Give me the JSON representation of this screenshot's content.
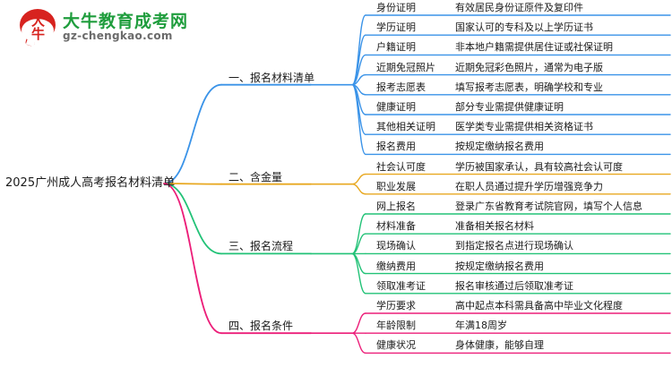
{
  "logo": {
    "mark_text_top": "大",
    "mark_text_bottom": "牛",
    "brand": "大牛教育成考网",
    "url": "gz-chengkao.com",
    "brand_color": "#1f9d3d",
    "mark_color": "#d7231f"
  },
  "mindmap": {
    "root": "2025广州成人高考报名材料清单",
    "branches": [
      {
        "label": "一、报名材料清单",
        "color": "#3a93e8",
        "items": [
          {
            "label": "身份证明",
            "detail": "有效居民身份证原件及复印件"
          },
          {
            "label": "学历证明",
            "detail": "国家认可的专科及以上学历证书"
          },
          {
            "label": "户籍证明",
            "detail": "非本地户籍需提供居住证或社保证明"
          },
          {
            "label": "近期免冠照片",
            "detail": "近期免冠彩色照片，通常为电子版"
          },
          {
            "label": "报考志愿表",
            "detail": "填写报考志愿表，明确学校和专业"
          },
          {
            "label": "健康证明",
            "detail": "部分专业需提供健康证明"
          },
          {
            "label": "其他相关证明",
            "detail": "医学类专业需提供相关资格证书"
          },
          {
            "label": "报名费用",
            "detail": "按规定缴纳报名费用"
          }
        ]
      },
      {
        "label": "二、含金量",
        "color": "#e8a820",
        "items": [
          {
            "label": "社会认可度",
            "detail": "学历被国家承认，具有较高社会认可度"
          },
          {
            "label": "职业发展",
            "detail": "在职人员通过提升学历增强竞争力"
          }
        ]
      },
      {
        "label": "三、报名流程",
        "color": "#22c277",
        "items": [
          {
            "label": "网上报名",
            "detail": "登录广东省教育考试院官网，填写个人信息"
          },
          {
            "label": "材料准备",
            "detail": "准备相关报名材料"
          },
          {
            "label": "现场确认",
            "detail": "到指定报名点进行现场确认"
          },
          {
            "label": "缴纳费用",
            "detail": "按规定缴纳报名费用"
          },
          {
            "label": "领取准考证",
            "detail": "报名审核通过后领取准考证"
          }
        ]
      },
      {
        "label": "四、报名条件",
        "color": "#ec1e79",
        "items": [
          {
            "label": "学历要求",
            "detail": "高中起点本科需具备高中毕业文化程度"
          },
          {
            "label": "年龄限制",
            "detail": "年满18周岁"
          },
          {
            "label": "健康状况",
            "detail": "身体健康，能够自理"
          }
        ]
      }
    ]
  }
}
